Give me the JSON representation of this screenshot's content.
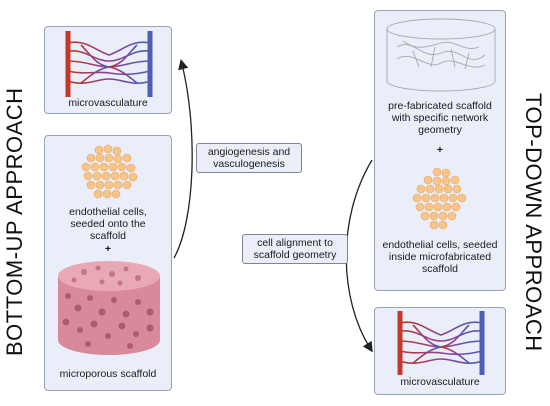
{
  "left_title": "BOTTOM-UP APPROACH",
  "right_title": "TOP-DOWN APPROACH",
  "left_top_panel": {
    "label": "microvasculature"
  },
  "left_bottom_panel": {
    "cells_label": "endothelial cells, seeded onto the scaffold",
    "plus": "+",
    "scaffold_label": "microporous scaffold"
  },
  "right_top_panel": {
    "scaffold_label": "pre-fabricated scaffold with specific network geometry",
    "plus": "+",
    "cells_label": "endothelial cells, seeded inside microfabricated scaffold"
  },
  "right_bottom_panel": {
    "label": "microvasculature"
  },
  "callouts": {
    "left": "angiogenesis and vasculogenesis",
    "right": "cell alignment to scaffold geometry"
  },
  "colors": {
    "panel_bg": "#e9eef8",
    "artery_red": "#c0392b",
    "vein_blue": "#4a5fb5",
    "cell_orange": "#f7c48a",
    "scaffold_pink": "#d98a9a"
  },
  "icons": [
    "microvasculature-icon",
    "cell-cluster-icon",
    "porous-scaffold-icon",
    "prefabricated-scaffold-icon",
    "arrow-icon"
  ]
}
